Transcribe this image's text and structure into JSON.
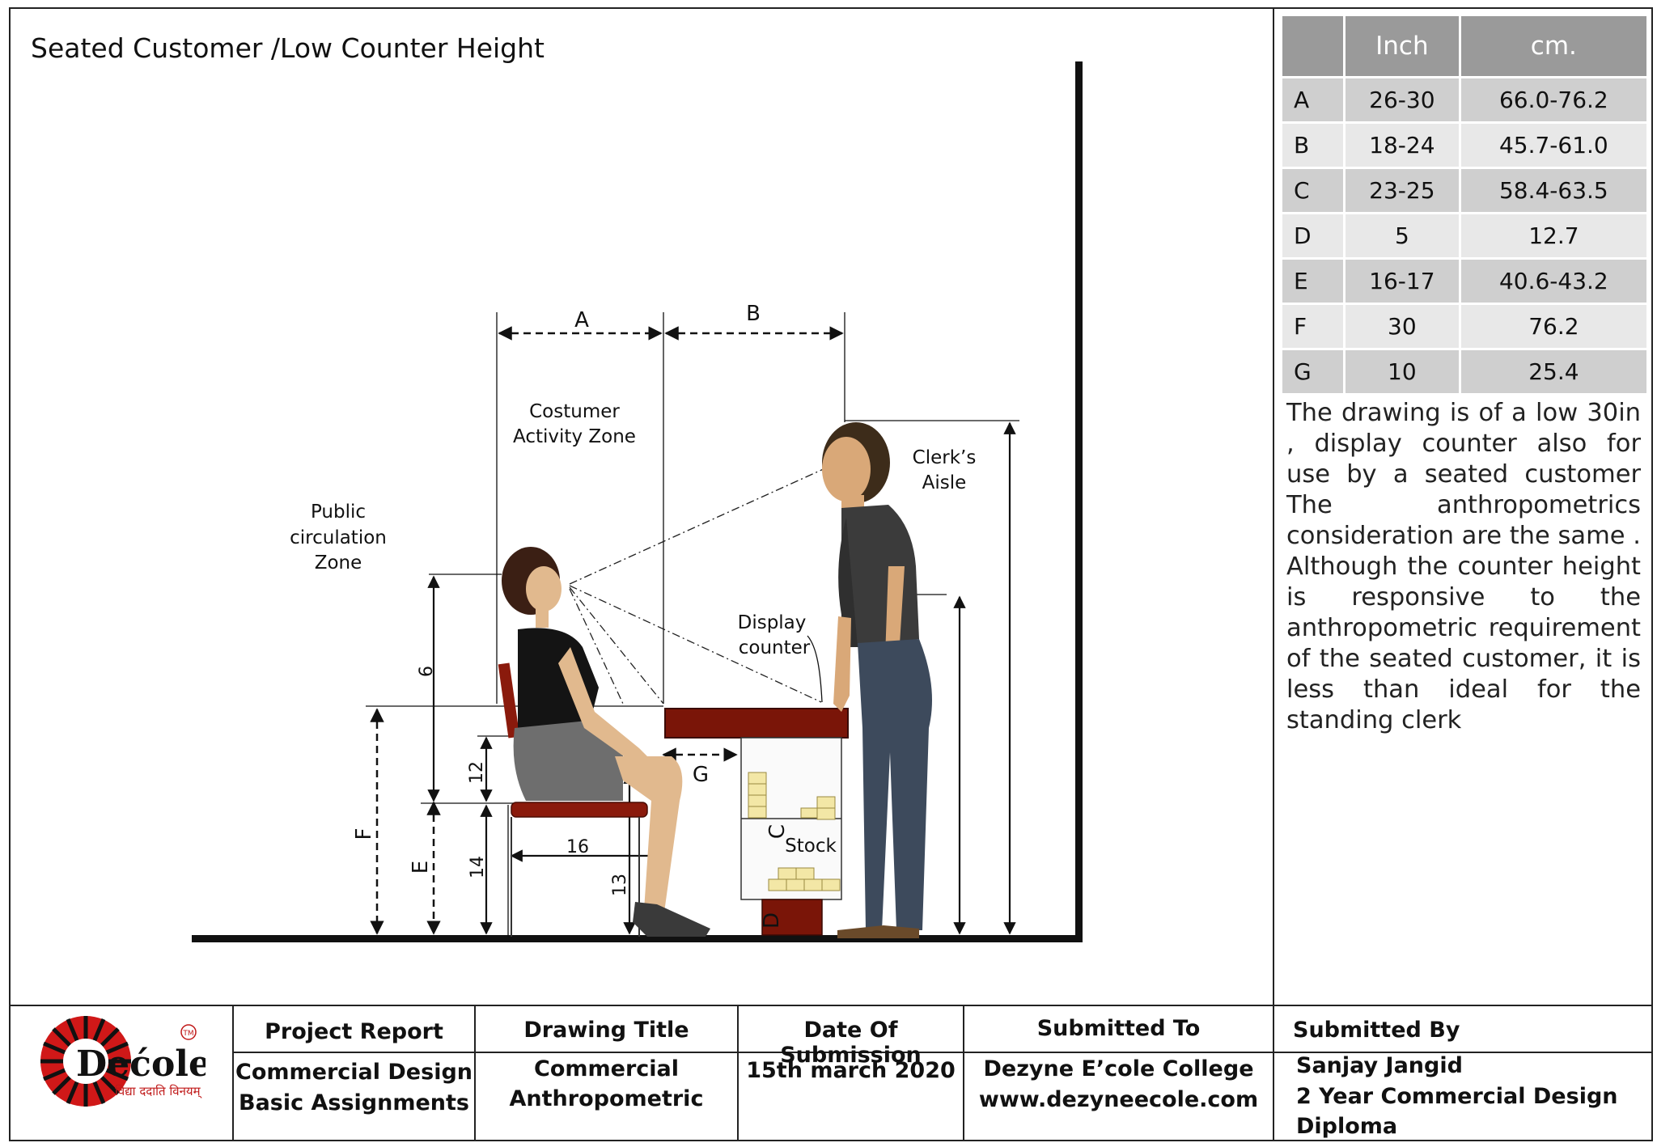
{
  "title": "Seated Customer /Low Counter Height",
  "drawing": {
    "labels": {
      "A": "A",
      "B": "B",
      "C": "C",
      "D": "D",
      "E": "E",
      "F": "F",
      "G": "G",
      "dim_6": "6",
      "dim_12": "12",
      "dim_14": "14",
      "dim_16": "16",
      "dim_13": "13"
    },
    "zones": {
      "activity_line1": "Costumer",
      "activity_line2": "Activity Zone",
      "public_line1": "Public",
      "public_line2": "circulation",
      "public_line3": "Zone",
      "clerk_line1": "Clerk’s",
      "clerk_line2": "Aisle",
      "display_line1": "Display",
      "display_line2": "counter",
      "stock": "Stock"
    }
  },
  "table": {
    "headers": [
      "",
      "Inch",
      "cm."
    ],
    "rows": [
      [
        "A",
        "26-30",
        "66.0-76.2"
      ],
      [
        "B",
        "18-24",
        "45.7-61.0"
      ],
      [
        "C",
        "23-25",
        "58.4-63.5"
      ],
      [
        "D",
        "5",
        "12.7"
      ],
      [
        "E",
        "16-17",
        "40.6-43.2"
      ],
      [
        "F",
        "30",
        "76.2"
      ],
      [
        "G",
        "10",
        "25.4"
      ]
    ]
  },
  "description": "The drawing is of a low 30in , display counter also for use by a seated customer The anthropometrics consideration are the same . Although the counter height is responsive to the anthropometric requirement of the seated customer, it is less than ideal for the standing clerk",
  "footer": {
    "logo_text": "Dećole",
    "logo_tagline": "विद्या ददाति विनयम्",
    "logo_tm": "TM",
    "project_report_label": "Project Report",
    "project_report_line1": "Commercial Design",
    "project_report_line2": "Basic Assignments",
    "drawing_title_label": "Drawing Title",
    "drawing_title_line1": "Commercial",
    "drawing_title_line2": "Anthropometric",
    "date_label": "Date Of Submission",
    "date_value": "15th march 2020",
    "submitted_to_label": "Submitted To",
    "submitted_to_line1": "Dezyne E’cole College",
    "submitted_to_line2": "www.dezyneecole.com",
    "submitted_by_label": "Submitted By",
    "submitted_by_line1": "Sanjay Jangid",
    "submitted_by_line2": "2 Year Commercial Design",
    "submitted_by_line3": "Diploma"
  }
}
